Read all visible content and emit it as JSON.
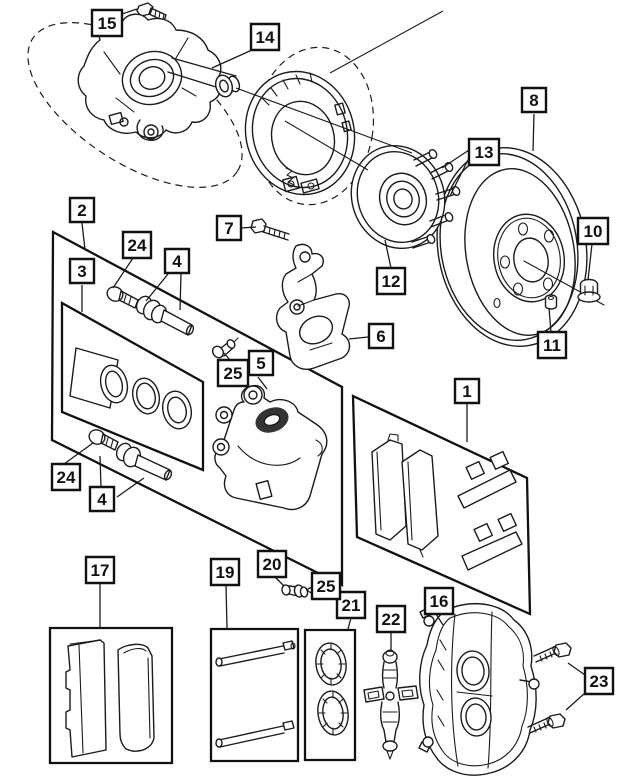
{
  "page": {
    "background": "#ffffff",
    "line_color": "#1b1b1b",
    "callout_border_color": "#111111",
    "callout_text_color": "#111111",
    "description": "Exploded parts diagram of a rear disc brake assembly with numbered callout boxes"
  },
  "callouts": [
    {
      "label": "1"
    },
    {
      "label": "2"
    },
    {
      "label": "3"
    },
    {
      "label": "4"
    },
    {
      "label": "4"
    },
    {
      "label": "5"
    },
    {
      "label": "6"
    },
    {
      "label": "7"
    },
    {
      "label": "8"
    },
    {
      "label": "10"
    },
    {
      "label": "11"
    },
    {
      "label": "12"
    },
    {
      "label": "13"
    },
    {
      "label": "14"
    },
    {
      "label": "15"
    },
    {
      "label": "16"
    },
    {
      "label": "17"
    },
    {
      "label": "19"
    },
    {
      "label": "20"
    },
    {
      "label": "21"
    },
    {
      "label": "22"
    },
    {
      "label": "23"
    },
    {
      "label": "24"
    },
    {
      "label": "24"
    },
    {
      "label": "25"
    },
    {
      "label": "25"
    }
  ]
}
